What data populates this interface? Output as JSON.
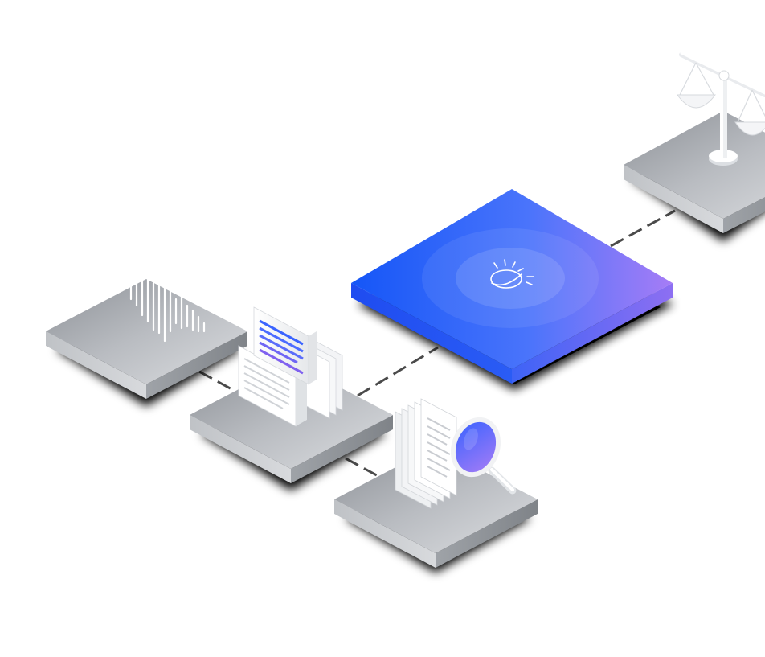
{
  "illustration": {
    "style": "isometric",
    "background_color": "#ffffff",
    "hub": {
      "icon": "watson-brain-icon",
      "gradient_start": "#1556f7",
      "gradient_end": "#a67cf6"
    },
    "platform_color": "#a7aab0",
    "connector_color": "#4a4a4a",
    "accent_blue": "#3a63ff",
    "accent_violet": "#7a5cf0",
    "satellites": [
      {
        "id": "scales",
        "icon": "balance-scale-icon"
      },
      {
        "id": "signal",
        "icon": "audio-waveform-icon"
      },
      {
        "id": "documents",
        "icon": "document-stack-icon"
      },
      {
        "id": "search",
        "icon": "magnifying-glass-icon"
      }
    ]
  }
}
